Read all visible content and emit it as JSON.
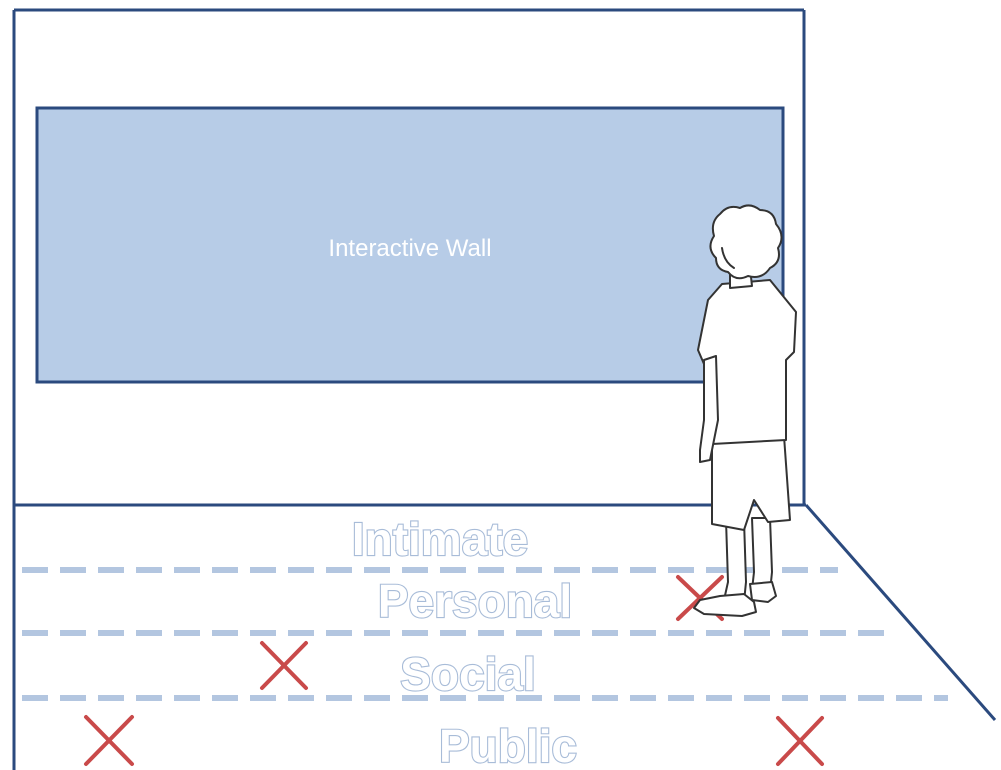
{
  "wall": {
    "label": "Interactive Wall"
  },
  "zones": [
    {
      "label": "Intimate"
    },
    {
      "label": "Personal"
    },
    {
      "label": "Social"
    },
    {
      "label": "Public"
    }
  ],
  "colors": {
    "outline": "#2b4a7e",
    "wall_fill": "#b7cce7",
    "dash": "#b3c6e0",
    "marker": "#c94a4a",
    "label_outline": "#a8bcd8"
  },
  "markers": [
    {
      "zone": "Personal",
      "icon": "x-mark-icon"
    },
    {
      "zone": "Social",
      "icon": "x-mark-icon"
    },
    {
      "zone": "Public",
      "icon": "x-mark-icon"
    },
    {
      "zone": "Public",
      "icon": "x-mark-icon"
    }
  ],
  "figure": {
    "icon": "person-icon"
  }
}
